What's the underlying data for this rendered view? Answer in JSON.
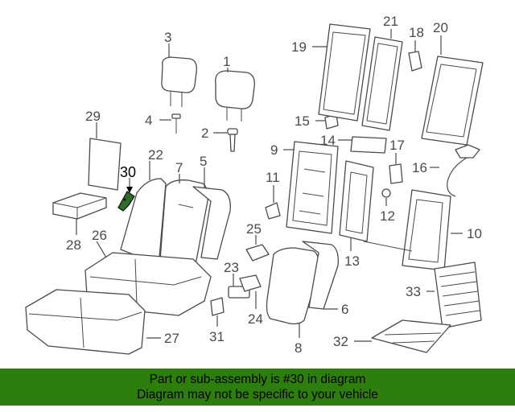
{
  "highlighted_part": "30",
  "part_numbers": [
    "1",
    "2",
    "3",
    "4",
    "5",
    "6",
    "7",
    "8",
    "9",
    "10",
    "11",
    "12",
    "13",
    "14",
    "15",
    "16",
    "17",
    "18",
    "19",
    "20",
    "21",
    "22",
    "23",
    "24",
    "25",
    "26",
    "27",
    "28",
    "29",
    "30",
    "31",
    "32",
    "33"
  ],
  "banner": {
    "line1": "Part or sub-assembly is #30 in diagram",
    "line2": "Diagram may not be specific to your vehicle"
  },
  "colors": {
    "banner_bg": "#2e7d0f",
    "highlight": "#2f6b2a",
    "line": "#4a4a4a"
  }
}
